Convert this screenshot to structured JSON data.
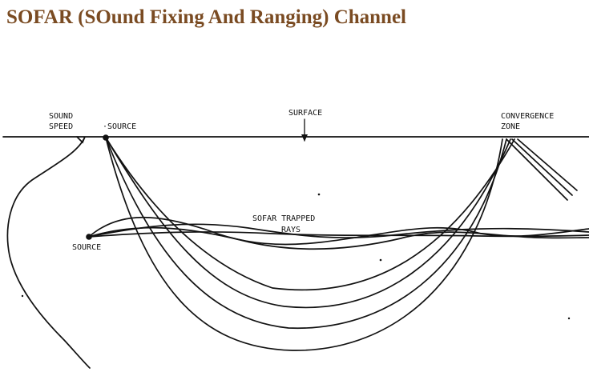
{
  "title": "SOFAR (SOund Fixing And Ranging) Channel",
  "title_color": "#7a4b22",
  "labels": {
    "sound_speed_line1": "SOUND",
    "sound_speed_line2": "SPEED",
    "source_top": "·SOURCE",
    "surface": "SURFACE",
    "convergence_line1": "CONVERGENCE",
    "convergence_line2": "ZONE",
    "sofar_line1": "SOFAR TRAPPED",
    "sofar_line2": "RAYS",
    "source_left": "SOURCE"
  }
}
